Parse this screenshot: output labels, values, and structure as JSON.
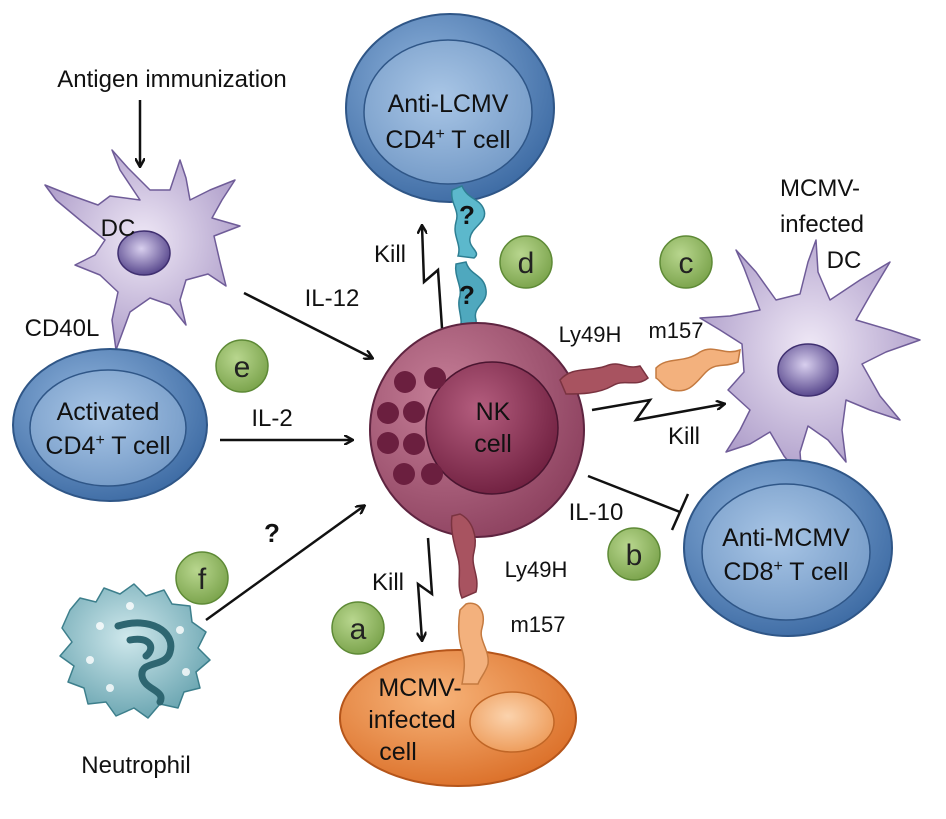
{
  "labels": {
    "antigen_immunization": "Antigen immunization",
    "dc": "DC",
    "cd40l": "CD40L",
    "il12": "IL-12",
    "il2": "IL-2",
    "il10": "IL-10",
    "kill_top": "Kill",
    "kill_right": "Kill",
    "kill_bottom": "Kill",
    "ly49h_right": "Ly49H",
    "ly49h_bottom": "Ly49H",
    "m157_right": "m157",
    "m157_bottom": "m157",
    "question_top1": "?",
    "question_top2": "?",
    "question_left": "?",
    "neutrophil": "Neutrophil",
    "mcmv_dc_line1": "MCMV-",
    "mcmv_dc_line2": "infected",
    "mcmv_dc_line3": "DC"
  },
  "cells": {
    "nk_line1": "NK",
    "nk_line2": "cell",
    "lcmv_line1": "Anti-LCMV",
    "lcmv_line2": "CD4",
    "lcmv_line2_sup": "+",
    "lcmv_line2_rest": " T cell",
    "activated_line1": "Activated",
    "activated_line2": "CD4",
    "activated_line2_sup": "+",
    "activated_line2_rest": " T cell",
    "mcmv_cd8_line1": "Anti-MCMV",
    "mcmv_cd8_line2": "CD8",
    "mcmv_cd8_line2_sup": "+",
    "mcmv_cd8_line2_rest": " T cell",
    "mcmv_cell_line1": "MCMV-",
    "mcmv_cell_line2": "infected",
    "mcmv_cell_line3": "cell"
  },
  "badges": {
    "a": "a",
    "b": "b",
    "c": "c",
    "d": "d",
    "e": "e",
    "f": "f"
  },
  "colors": {
    "t_cell_outer": "#4b78ad",
    "t_cell_inner": "#7fa3cc",
    "nk_cell": "#9a4a68",
    "nk_nucleus": "#7a2748",
    "dc_body": "#b5a4cc",
    "dc_nucleus": "#5c4a8f",
    "mcmv_cell": "#e8843a",
    "receptor_ly49h": "#a85360",
    "ligand_m157": "#f2b07c",
    "lcmv_receptor": "#56b4c8",
    "neutrophil": "#8fc3cc",
    "badge": "#8bb35e"
  }
}
